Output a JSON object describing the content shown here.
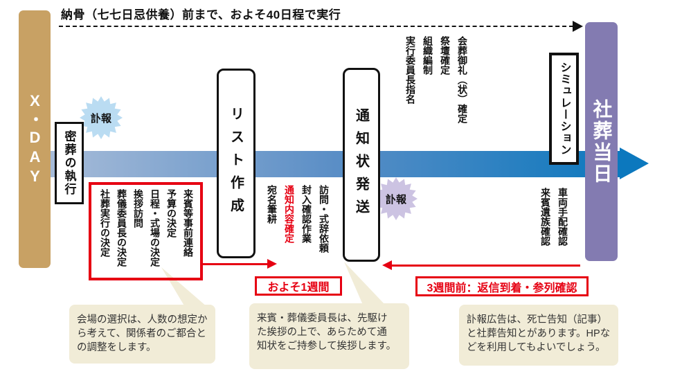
{
  "colors": {
    "accent_red": "#E60012",
    "xday_bar": "#C8A164",
    "funeral_day_bar": "#837BB1",
    "timeline_gradient_start": "#A6BBD8",
    "timeline_gradient_end": "#0C78BE",
    "starburst_blue": "#BADCF2",
    "starburst_purple": "#CCC3E2",
    "note_beige": "#F1ECD7"
  },
  "header": {
    "duration_label": "納骨（七七日忌供養）前まで、およそ40日程で実行"
  },
  "bars": {
    "left": {
      "label": "X・DAY"
    },
    "right": {
      "label": "社葬当日"
    }
  },
  "milestones": {
    "private_funeral": "密葬の執行",
    "list_creation": "リスト作成",
    "notification_dispatch": "通知状発送",
    "simulation": "シミュレーション"
  },
  "starbursts": {
    "left": "訃報",
    "right": "訃報"
  },
  "phase1": {
    "items": [
      "来賓等事前連絡",
      "予算の決定",
      "日程・式場の決定",
      "挨拶訪問",
      "葬儀委員長の決定",
      "社葬実行の決定"
    ]
  },
  "phase2": {
    "items": [
      "訪問・式辞依頼",
      "封入確認作業",
      "通知内容確定",
      "宛名筆耕"
    ]
  },
  "phase3": {
    "items": [
      "会葬御礼（状）確定",
      "祭壇確定",
      "組織編制",
      "実行委員長指名"
    ]
  },
  "phase4": {
    "items": [
      "車両手配確認",
      "来賓遺族確認"
    ]
  },
  "duration_labels": {
    "week1": "およそ1週間",
    "week3": "3週間前：返信到着・参列確認"
  },
  "notes": [
    "会場の選択は、人数の想定か\nら考えて、関係者のご都合と\nの調整をします。",
    "来賓・葬儀委員長は、先駆け\nた挨拶の上で、あらためて通\n知状をご持参して挨拶します。",
    "訃報広告は、死亡告知（記事）\nと社葬告知とがあります。HPな\nどを利用してもよいでしょう。"
  ]
}
